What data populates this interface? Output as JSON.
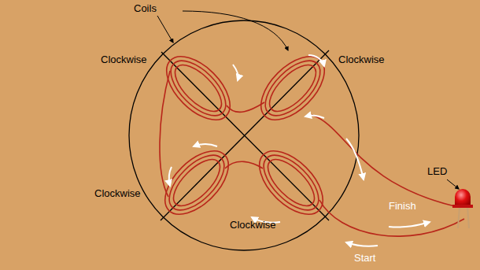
{
  "diagram": {
    "labels": [
      "Coils",
      "Clockwise",
      "Clockwise",
      "LED",
      "Clockwise",
      "Finish",
      "Clockwise",
      "Start"
    ]
  }
}
